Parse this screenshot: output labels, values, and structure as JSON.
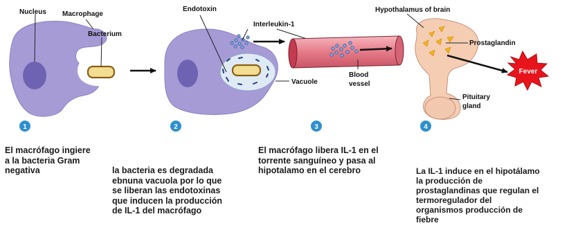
{
  "labels": {
    "nucleus": "Nucleus",
    "macrophage": "Macrophage",
    "bacterium": "Bacterium",
    "endotoxin": "Endotoxin",
    "vacuole": "Vacuole",
    "interleukin": "Interleukin-1",
    "blood_vessel": [
      "Blood",
      "vessel"
    ],
    "hypothalamus": "Hypothalamus of brain",
    "prostaglandin": "Prostaglandin",
    "pituitary": [
      "Pituitary",
      "gland"
    ],
    "fever": "Fever"
  },
  "steps": [
    "1",
    "2",
    "3",
    "4"
  ],
  "captions": {
    "c1": [
      "El macrófago ingiere",
      "a la bacteria Gram",
      "negativa"
    ],
    "c2": [
      "la bacteria es degradada",
      "ebnuna vacuola por lo que",
      "se liberan las endotoxinas",
      "que inducen la producción",
      "de IL-1 del macrófago"
    ],
    "c3": [
      "El macrófago libera IL-1 en el",
      "torrente sanguíneo y pasa al",
      "hipotalamo en el cerebro"
    ],
    "c4": [
      "La IL-1 induce en el hipotálamo",
      "la producción de",
      "prostaglandinas que regulan el",
      "termoregulador del",
      "organismos producción de",
      "fiebre"
    ]
  },
  "colors": {
    "cell": "#a79bd6",
    "nucleus": "#6e63b3",
    "step_badge": "#2e8fcf",
    "vessel": "#e98a96",
    "brain": "#f4cdb3",
    "fever": "#e8141c"
  }
}
